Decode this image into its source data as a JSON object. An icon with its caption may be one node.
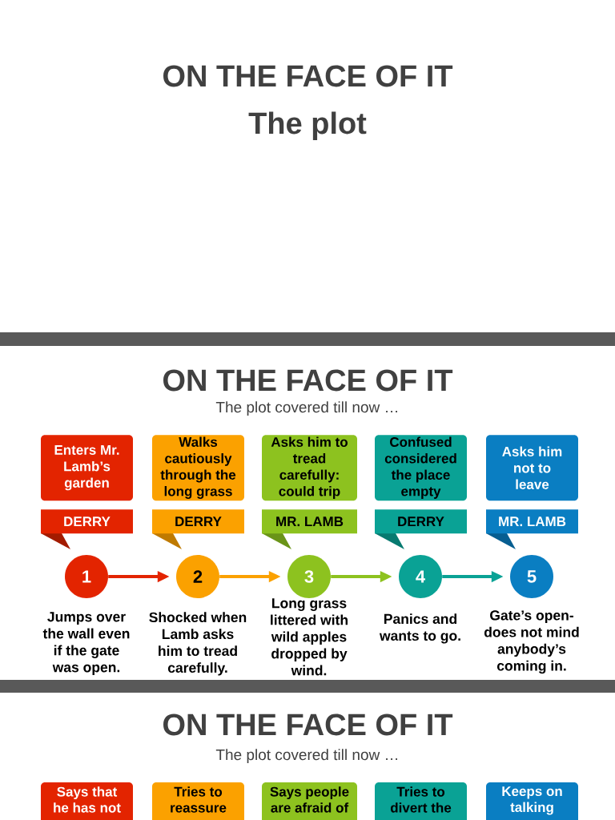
{
  "diagram": {
    "title": "ON THE FACE OF IT",
    "nodes": [
      {
        "text": [],
        "shape": "bar"
      },
      {
        "text": [
          "Enters Mr. Lamb’s garden"
        ]
      },
      {
        "text": [
          "Walks cautiously through the long grass"
        ]
      },
      {
        "text": [
          "Asks him to tread carefully: could trip"
        ]
      },
      {
        "text": [
          "Confused considered the place empty"
        ]
      },
      {
        "text": [
          "Asks him not to leave"
        ]
      },
      {
        "text": [
          "DERRY"
        ]
      },
      {
        "text": [
          "DERRY"
        ]
      },
      {
        "text": [
          "MR. LAMB"
        ]
      },
      {
        "text": [
          "DERRY"
        ]
      },
      {
        "text": [
          "MR. LAMB"
        ]
      },
      {
        "text": [
          "1"
        ]
      },
      {
        "text": [
          "2"
        ]
      },
      {
        "text": [
          "3"
        ]
      },
      {
        "text": [
          "4"
        ]
      },
      {
        "text": [
          "5"
        ]
      },
      {
        "text": [],
        "shape": "bar"
      },
      {
        "text": [
          "Says that he has not"
        ]
      },
      {
        "text": [
          "Tries to reassure"
        ]
      },
      {
        "text": [
          "Says people are afraid of"
        ]
      },
      {
        "text": [
          "Tries to divert the"
        ]
      },
      {
        "text": [
          "Keeps on talking"
        ]
      }
    ],
    "edges": [
      {
        "from": 11,
        "to": 12,
        "arrow": "to",
        "color": "#e32400"
      },
      {
        "from": 12,
        "to": 13,
        "arrow": "to",
        "color": "#fba100"
      },
      {
        "from": 13,
        "to": 14,
        "arrow": "to",
        "color": "#8dc21f"
      },
      {
        "from": 14,
        "to": 15,
        "arrow": "to",
        "color": "#0aa295"
      }
    ],
    "labels": [
      "The plot",
      "ON THE FACE OF IT",
      "The plot covered till now …",
      "Jumps over the wall even if the gate was open.",
      "Shocked when Lamb asks him to tread carefully.",
      "Long grass littered with wild apples dropped by wind.",
      "Panics and wants to go.",
      "Gate’s open- does not mind anybody’s coming in.",
      "ON THE FACE OF IT",
      "The plot covered till now …"
    ]
  }
}
